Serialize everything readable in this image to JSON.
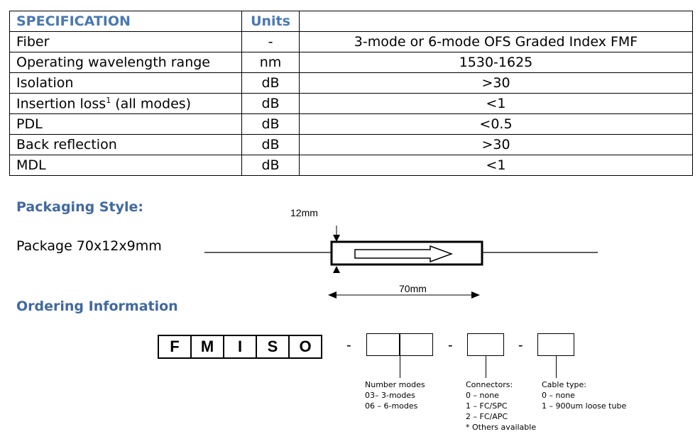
{
  "spec_table": {
    "headers": [
      "SPECIFICATION",
      "Units",
      ""
    ],
    "rows": [
      {
        "param": "Fiber",
        "unit": "-",
        "value": "3-mode or 6-mode OFS Graded Index FMF"
      },
      {
        "param": "Operating wavelength range",
        "unit": "nm",
        "value": "1530-1625"
      },
      {
        "param": "Isolation",
        "unit": "dB",
        "value": ">30"
      },
      {
        "param": "Insertion loss",
        "sup": "1",
        "param_suffix": " (all modes)",
        "unit": "dB",
        "value": "<1"
      },
      {
        "param": "PDL",
        "unit": "dB",
        "value": "<0.5"
      },
      {
        "param": "Back reflection",
        "unit": "dB",
        "value": ">30"
      },
      {
        "param": "MDL",
        "unit": "dB",
        "value": "<1"
      }
    ]
  },
  "packaging": {
    "heading": "Packaging Style:",
    "label": "Package 70x12x9mm",
    "dim_height": "12mm",
    "dim_length": "70mm"
  },
  "ordering": {
    "heading": "Ordering Information",
    "code_letters": [
      "F",
      "M",
      "I",
      "S",
      "O"
    ],
    "separator": "-",
    "notes": {
      "modes": "Number modes\n03– 3-modes\n06 – 6-modes",
      "connectors": "Connectors:\n0 – none\n1 – FC/SPC\n2 – FC/APC\n* Others available",
      "cable": "Cable type:\n0 – none\n1 – 900um loose tube"
    }
  }
}
